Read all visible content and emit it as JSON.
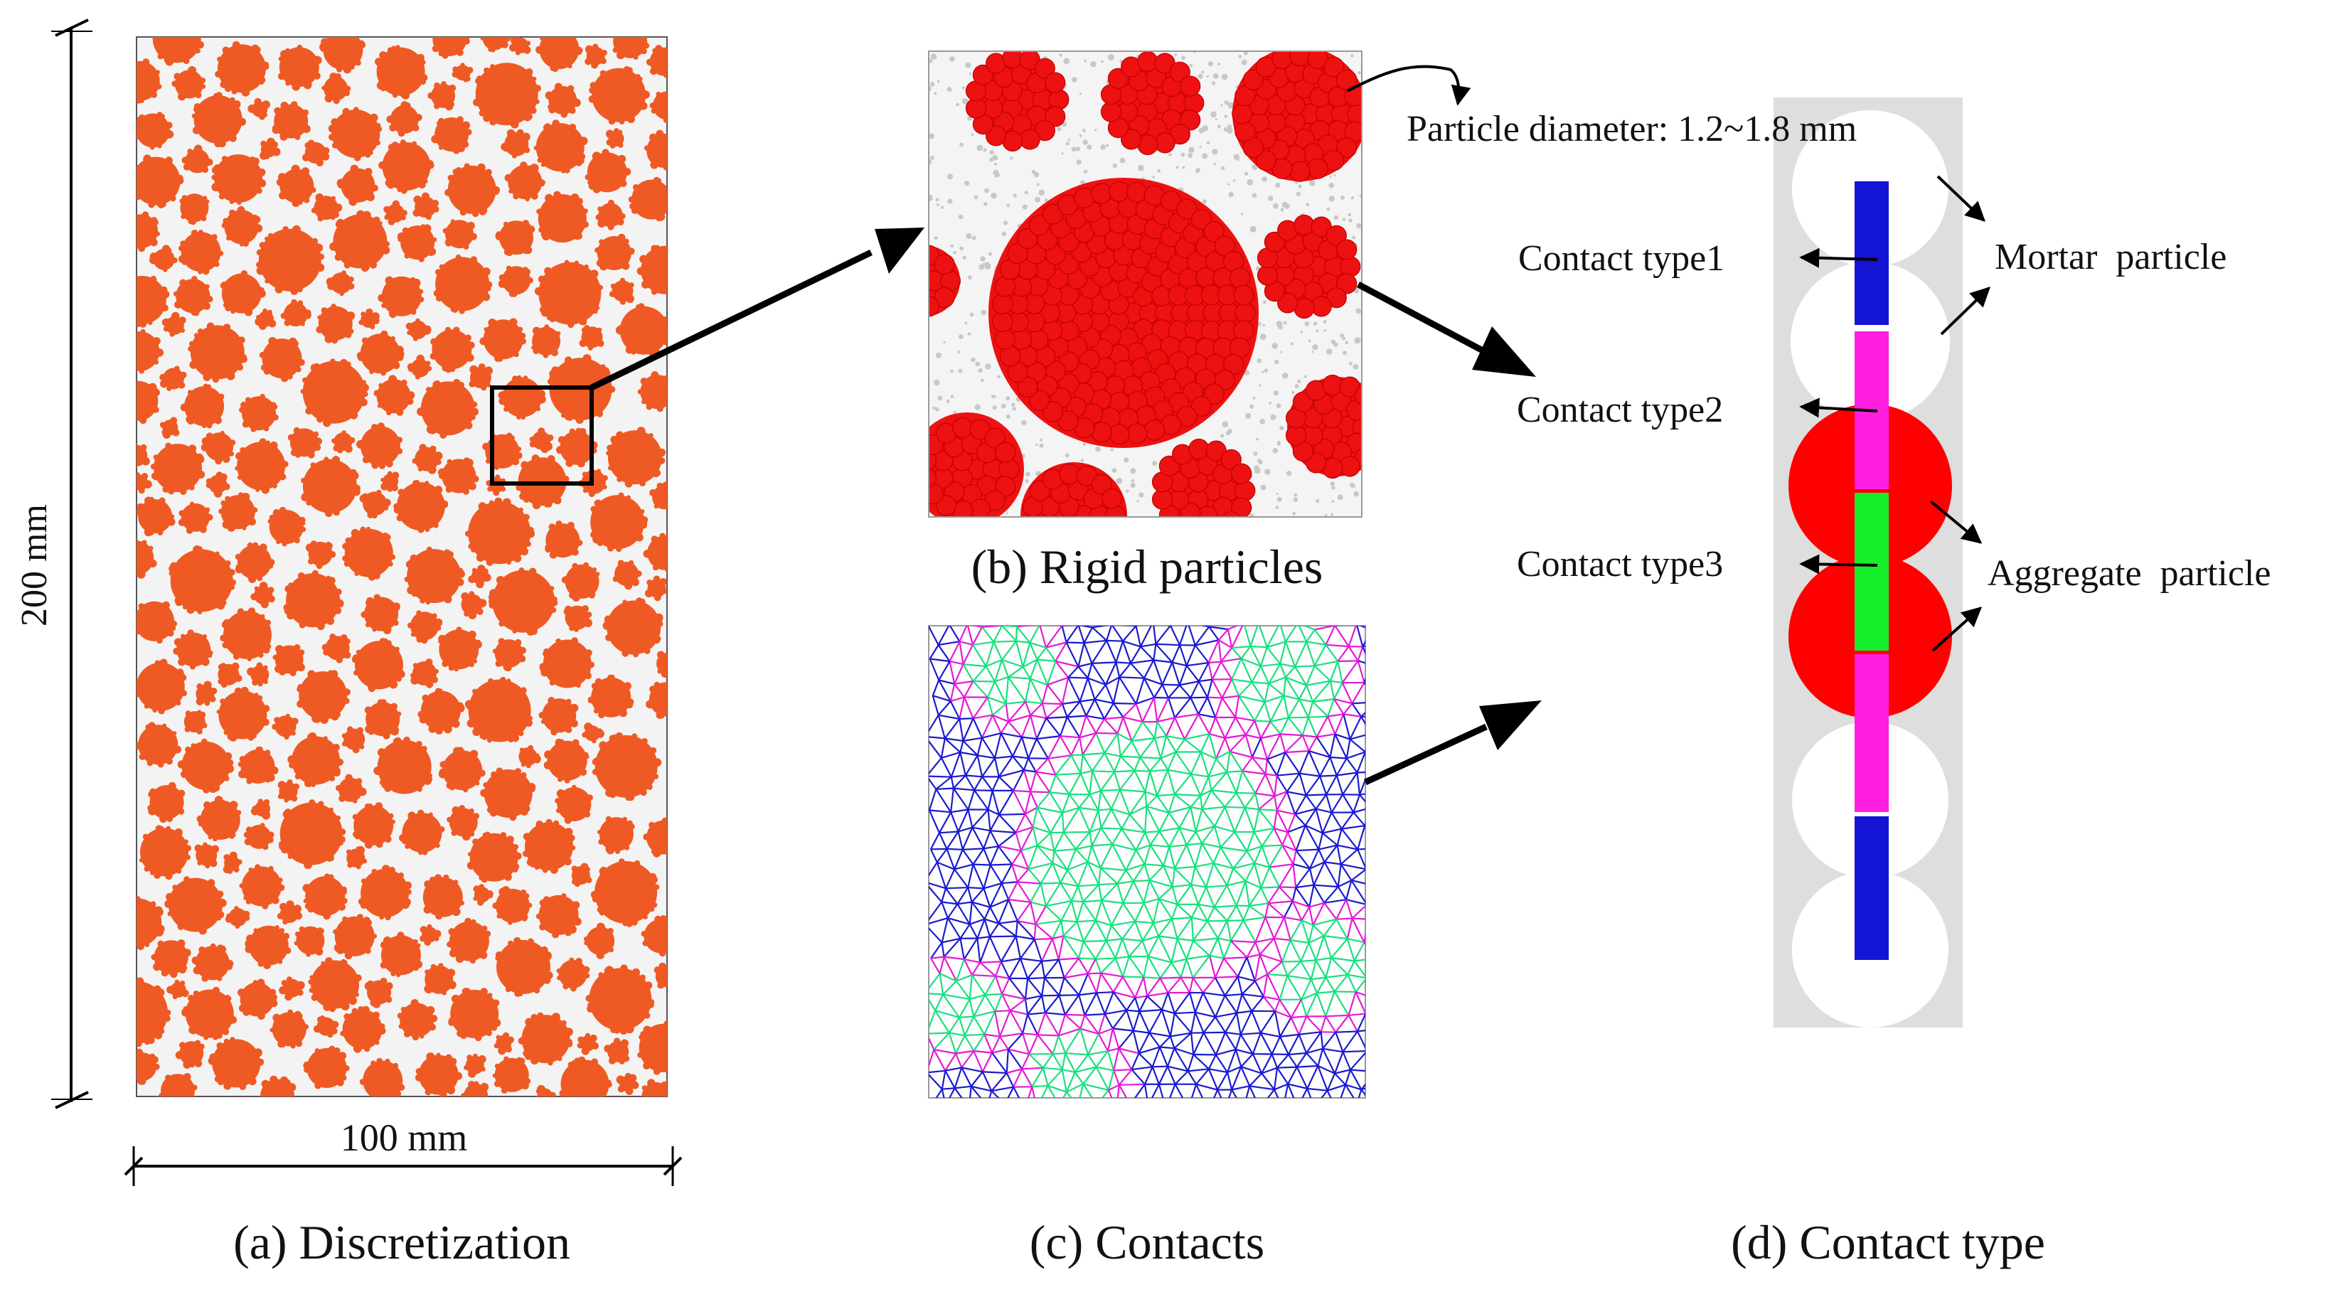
{
  "panels": {
    "a": {
      "caption": "(a) Discretization",
      "width_label": "100 mm",
      "height_label": "200 mm"
    },
    "b": {
      "caption": "(b) Rigid particles"
    },
    "c": {
      "caption": "(c) Contacts"
    },
    "d": {
      "caption": "(d) Contact type",
      "particle_diameter": "Particle diameter: 1.2~1.8 mm",
      "contact_type1": "Contact type1",
      "contact_type2": "Contact type2",
      "contact_type3": "Contact type3",
      "mortar_label": "Mortar  particle",
      "aggregate_label": "Aggregate  particle"
    }
  },
  "colors": {
    "aggregate_a": "#ef5a24",
    "aggregate_b": "#ee1111",
    "mortar_contact": "#1a1ad0",
    "interface_contact": "#e619d6",
    "aggregate_contact": "#19e080",
    "mortar_bg": "#f1f1f1",
    "strip_bg": "#dedede"
  }
}
